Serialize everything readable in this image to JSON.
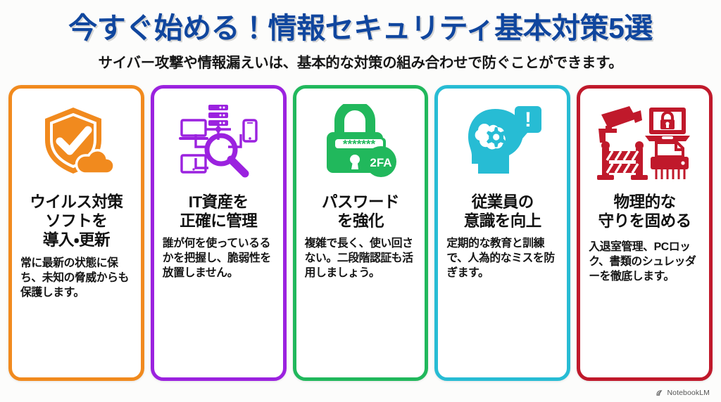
{
  "header": {
    "title": "今すぐ始める！情報セキュリティ基本対策5選",
    "subtitle": "サイバー攻撃や情報漏えいは、基本的な対策の組み合わせで防ぐことができます。"
  },
  "cards": [
    {
      "accent": "#f18a1e",
      "icon": "shield-check-cloud-icon",
      "heading": "ウイルス対策\nソフトを\n導入・更新",
      "body": "常に最新の状態に保ち、未知の脅威からも保護します。"
    },
    {
      "accent": "#9b22df",
      "icon": "it-asset-magnifier-icon",
      "heading": "IT資産を\n正確に管理",
      "body": "誰が何を使っているるかを把握し、脆弱性を放置しません。"
    },
    {
      "accent": "#21b85c",
      "icon": "padlock-password-2fa-icon",
      "heading": "パスワード\nを強化",
      "body": "複雑で長く、使い回さない。二段階認証も活用しましょう。",
      "badge_label": "2FA",
      "password_mask": "*******"
    },
    {
      "accent": "#27bcd4",
      "icon": "head-brain-alert-icon",
      "heading": "従業員の\n意識を向上",
      "body": "定期的な教育と訓練で、人為的なミスを防ぎます。",
      "alert_glyph": "!"
    },
    {
      "accent": "#c0192b",
      "icon": "physical-security-icon",
      "heading": "物理的な\n守りを固める",
      "body": "入退室管理、PCロック、書類のシュレッダーを徹底します。"
    }
  ],
  "watermark": {
    "label": "NotebookLM",
    "icon": "notebooklm-logo-icon"
  }
}
